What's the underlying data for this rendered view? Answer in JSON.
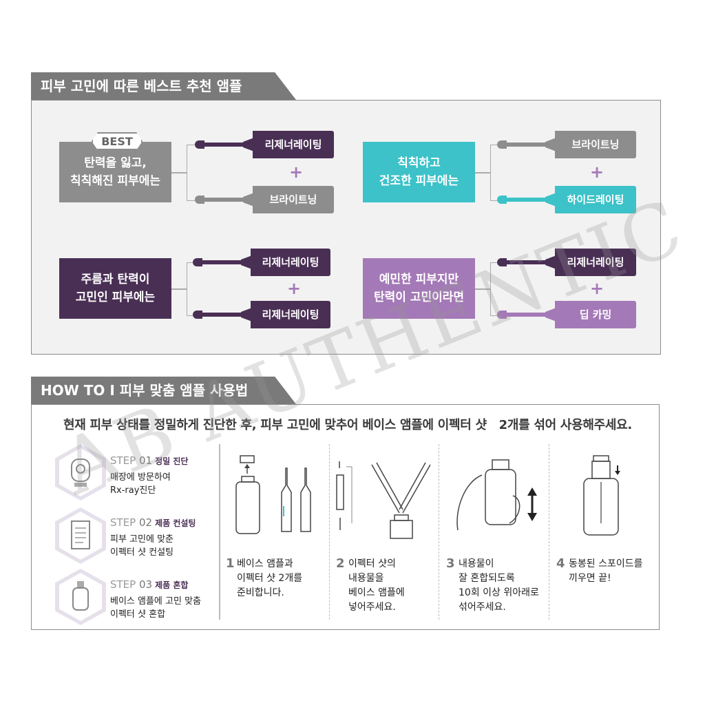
{
  "recommend": {
    "title": "피부 고민에 따른 베스트 추천 앰플",
    "plus": "+",
    "best_badge": "BEST",
    "groups": [
      {
        "concern_line1": "탄력을 잃고,",
        "concern_line2": "칙칙해진 피부에는",
        "top": "리제너레이팅",
        "bottom": "브라이트닝"
      },
      {
        "concern_line1": "칙칙하고",
        "concern_line2": "건조한 피부에는",
        "top": "브라이트닝",
        "bottom": "하이드레이팅"
      },
      {
        "concern_line1": "주름과 탄력이",
        "concern_line2": "고민인 피부에는",
        "top": "리제너레이팅",
        "bottom": "리제너레이팅"
      },
      {
        "concern_line1": "예민한 피부지만",
        "concern_line2": "탄력이 고민이라면",
        "top": "리제너레이팅",
        "bottom": "딥 카밍"
      }
    ]
  },
  "howto": {
    "title": "HOW TO  I  피부 맞춤 앰플 사용법",
    "intro": "현재 피부 상태를 정밀하게 진단한 후, 피부 고민에 맞추어 베이스 앰플에 이펙터 샷   2개를 섞어 사용해주세요.",
    "steps": [
      {
        "step": "STEP",
        "num": "01",
        "name": "정밀 진단",
        "desc1": "매장에 방문하여",
        "desc2": "Rx-ray진단"
      },
      {
        "step": "STEP",
        "num": "02",
        "name": "제품 컨설팅",
        "desc1": "피부 고민에 맞춘",
        "desc2": "이펙터 샷 컨설팅"
      },
      {
        "step": "STEP",
        "num": "03",
        "name": "제품 혼합",
        "desc1": "베이스 앰플에 고민 맞춤",
        "desc2": "이펙터 샷 혼합"
      }
    ],
    "instructions": [
      {
        "num": "1",
        "l1": "베이스 앰플과",
        "l2": "이펙터 샷 2개를",
        "l3": "준비합니다.",
        "l4": ""
      },
      {
        "num": "2",
        "l1": "이펙터 샷의",
        "l2": "내용물을",
        "l3": "베이스 앰플에",
        "l4": "넣어주세요."
      },
      {
        "num": "3",
        "l1": "내용물이",
        "l2": "잘 혼합되도록",
        "l3": "10회 이상 위아래로",
        "l4": "섞어주세요."
      },
      {
        "num": "4",
        "l1": "동봉된 스포이드를",
        "l2": "끼우면 끝!",
        "l3": "",
        "l4": ""
      }
    ]
  },
  "watermark": "AB AUTHENTIC",
  "colors": {
    "gray": "#8d8d8d",
    "purple": "#4a2f55",
    "teal": "#3cc2c8",
    "lilac": "#a479b7"
  }
}
